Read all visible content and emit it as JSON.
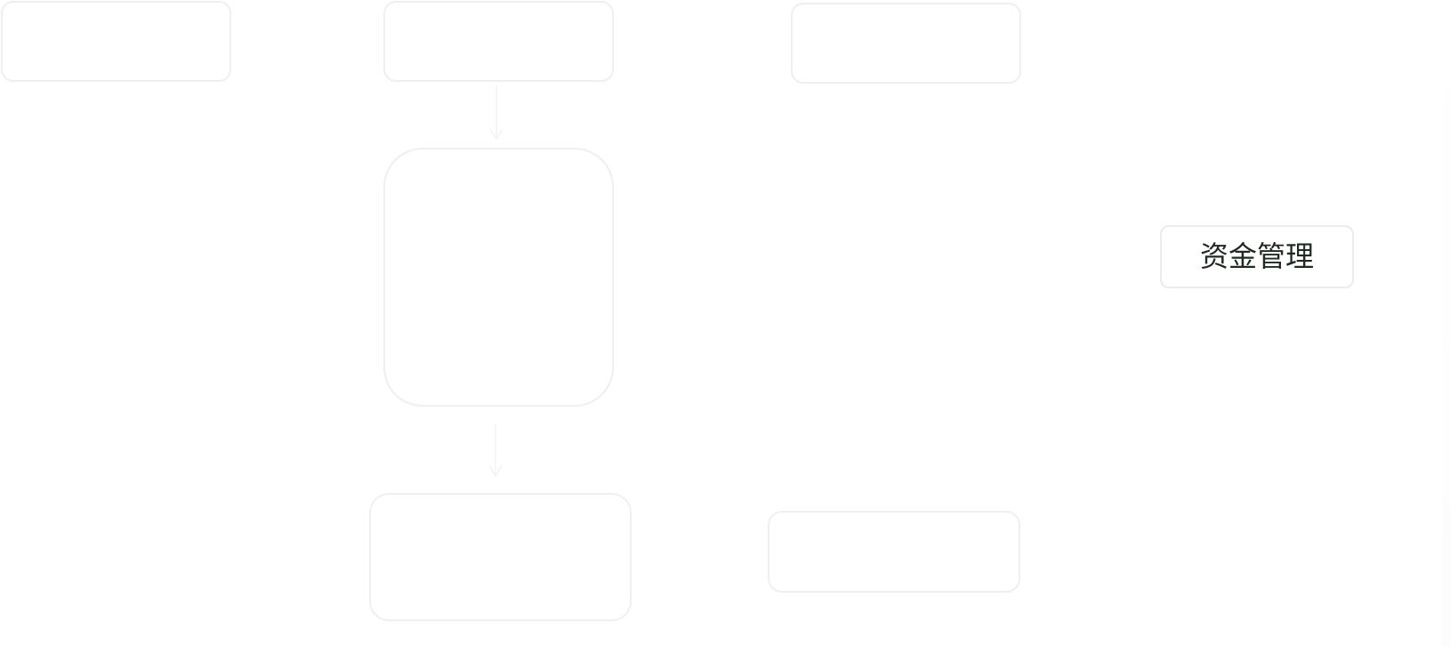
{
  "diagram": {
    "type": "flowchart",
    "nodes": [
      {
        "id": "n1",
        "label": "",
        "faded": true
      },
      {
        "id": "n2",
        "label": "",
        "faded": true
      },
      {
        "id": "n3",
        "label": "",
        "faded": true
      },
      {
        "id": "n4",
        "label": "",
        "faded": true
      },
      {
        "id": "n5",
        "label": "",
        "faded": true
      },
      {
        "id": "n6",
        "label": "",
        "faded": true
      },
      {
        "id": "n7",
        "label": "资金管理",
        "faded": false
      }
    ],
    "edges": [
      {
        "from": "n2",
        "to": "n4",
        "label": ""
      },
      {
        "from": "n4",
        "to": "n5",
        "label": ""
      }
    ],
    "colors": {
      "active_text": "#1f2a22",
      "border": "#efefef",
      "edge": "#f2f2f2"
    }
  }
}
